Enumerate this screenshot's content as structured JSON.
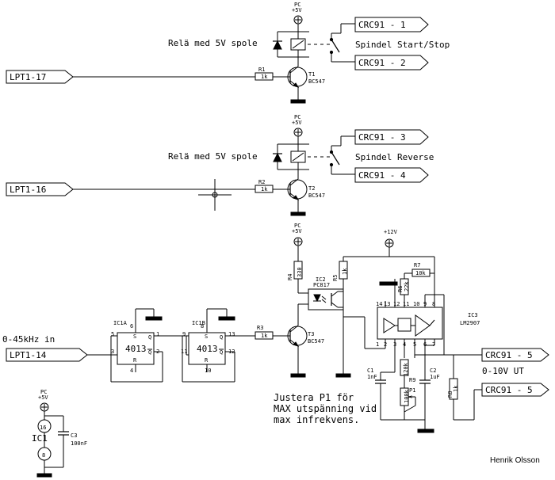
{
  "ports": {
    "lpt1_17": "LPT1-17",
    "lpt1_16": "LPT1-16",
    "lpt1_14": "LPT1-14",
    "crc1": "CRC91 - 1",
    "crc2": "CRC91 - 2",
    "crc3": "CRC91 - 3",
    "crc4": "CRC91 - 4",
    "crc5a": "CRC91 - 5",
    "crc5b": "CRC91 - 5"
  },
  "texts": {
    "relay1": "Relä med 5V spole",
    "relay2": "Relä med 5V spole",
    "spindel_start": "Spindel Start/Stop",
    "spindel_reverse": "Spindel Reverse",
    "freq_in": "0-45kHz in",
    "out_range": "0-10V UT",
    "note1": "Justera P1 för",
    "note2": "MAX utspänning vid",
    "note3": "max infrekvens.",
    "author": "Henrik Olsson"
  },
  "power": {
    "pc5v": "PC",
    "v5": "+5V",
    "v12": "+12V"
  },
  "components": {
    "r1": "R1",
    "r1v": "1k",
    "r2": "R2",
    "r2v": "1k",
    "r3": "R3",
    "r3v": "1k",
    "r4": "R4",
    "r4v": "330",
    "r5": "R5",
    "r5v": "1k",
    "r6": "R6",
    "r6v": "22k",
    "r7": "R7",
    "r7v": "10k",
    "r8": "R8",
    "r8v": "1k",
    "r9": "R9",
    "r9v": "120k",
    "p1": "P1",
    "p1v": "100k",
    "c1": "C1",
    "c1v": "1nF",
    "c2": "C2",
    "c2v": "1uF",
    "c3": "C3",
    "c3v": "100nF",
    "t1": "T1",
    "t2": "T2",
    "t3": "T3",
    "bc547": "BC547",
    "ic1a": "IC1A",
    "ic1b": "IC1B",
    "ic1": "IC1",
    "chip4013": "4013",
    "ic2": "IC2",
    "pc817": "PC817",
    "ic3": "IC3",
    "lm2907": "LM2907"
  },
  "pins": {
    "s": "S",
    "r": "R",
    "q": "Q",
    "qbar": "Q",
    "p1": "1",
    "p2": "2",
    "p3": "3",
    "p4": "4",
    "p5": "5",
    "p6": "6",
    "p7": "7",
    "p8": "8",
    "p9": "9",
    "p10": "10",
    "p11": "11",
    "p12": "12",
    "p13": "13",
    "p14": "14",
    "p16": "16"
  }
}
